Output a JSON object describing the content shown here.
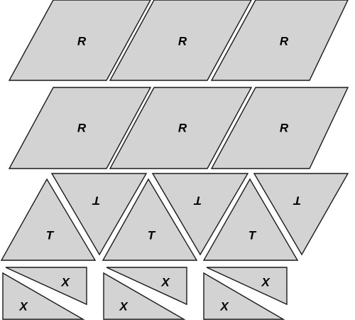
{
  "colors": {
    "fill": "#d3d3d3",
    "stroke": "#1a1a1a",
    "text": "#000000"
  },
  "rows": [
    {
      "shape": "parallelogram",
      "count": 3,
      "label": "R",
      "label_orientation": "upright"
    },
    {
      "shape": "parallelogram",
      "count": 3,
      "label": "R",
      "label_orientation": "upright"
    },
    {
      "shape": "triangle",
      "count": 6,
      "label": "T",
      "label_orientation": "alternating: pointing-up upright, pointing-down rotated 180°"
    },
    {
      "shape": "right-triangle-pair",
      "count": 3,
      "labels": [
        "X",
        "X"
      ],
      "label_orientation": "upright"
    }
  ]
}
